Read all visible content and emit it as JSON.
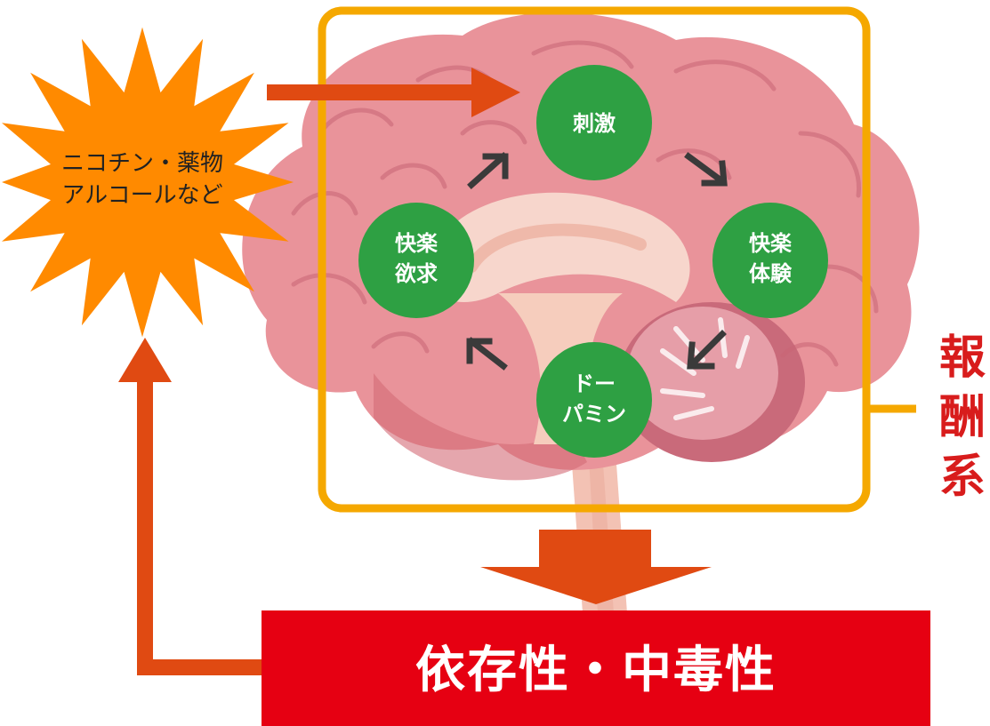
{
  "trigger": {
    "line1": "ニコチン・薬物",
    "line2": "アルコールなど"
  },
  "reward_system": {
    "label_chars": [
      "報",
      "酬",
      "系"
    ]
  },
  "cycle_nodes": [
    {
      "id": "stimulus",
      "lines": [
        "刺激"
      ]
    },
    {
      "id": "pleasure-experience",
      "lines": [
        "快楽",
        "体験"
      ]
    },
    {
      "id": "dopamine",
      "lines": [
        "ドー",
        "パミン"
      ]
    },
    {
      "id": "pleasure-desire",
      "lines": [
        "快楽",
        "欲求"
      ]
    }
  ],
  "result": {
    "label": "依存性・中毒性"
  },
  "colors": {
    "frame": "#f5a800",
    "node_fill": "#2ea043",
    "arrow": "#e04a12",
    "result_box": "#e60012",
    "system_text": "#d81c1c",
    "burst": "#ff8a00",
    "brain": "#e9939a"
  }
}
